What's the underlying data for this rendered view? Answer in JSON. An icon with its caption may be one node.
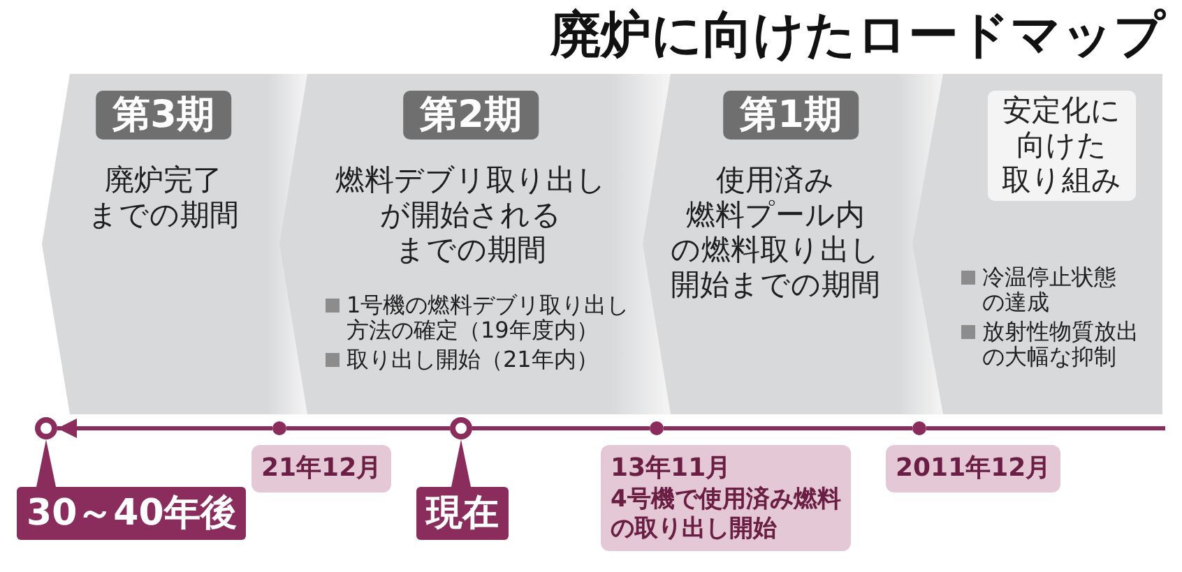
{
  "diagram": {
    "title": "廃炉に向けたロードマップ",
    "nodes": [
      {
        "text": [
          "第3期",
          "廃炉完了までの期間"
        ]
      },
      {
        "text": [
          "第2期",
          "燃料デブリ取り出しが開始されるまでの期間",
          "1号機の燃料デブリ取り出し方法の確定（19年度内）",
          "取り出し開始（21年内）"
        ]
      },
      {
        "text": [
          "第1期",
          "使用済み燃料プール内の燃料取り出し開始までの期間"
        ]
      },
      {
        "text": [
          "安定化に向けた取り組み",
          "冷温停止状態の達成",
          "放射性物質放出の大幅な抑制"
        ]
      },
      {
        "text": [],
        "shape": "circle"
      },
      {
        "text": [],
        "shape": "circle"
      },
      {
        "text": [],
        "shape": "circle"
      },
      {
        "text": [],
        "shape": "circle"
      },
      {
        "text": [],
        "shape": "circle"
      },
      {
        "text": [
          "30～40年後"
        ]
      },
      {
        "text": [
          "21年12月"
        ]
      },
      {
        "text": [
          "現在"
        ]
      },
      {
        "text": [
          "13年11月",
          "4号機で使用済み燃料の取り出し開始"
        ]
      },
      {
        "text": [
          "2011年12月"
        ]
      }
    ],
    "edges": [
      {
        "from": null,
        "to": 8,
        "arrow": "none"
      },
      {
        "from": 8,
        "to": 7,
        "arrow": "none"
      },
      {
        "from": 7,
        "to": 6,
        "arrow": "none"
      },
      {
        "from": 6,
        "to": 5,
        "arrow": "none"
      },
      {
        "from": 5,
        "to": 4,
        "arrow": "to"
      },
      {
        "from": 9,
        "to": 4,
        "arrow": "none"
      },
      {
        "from": 11,
        "to": 6,
        "arrow": "none"
      }
    ]
  }
}
